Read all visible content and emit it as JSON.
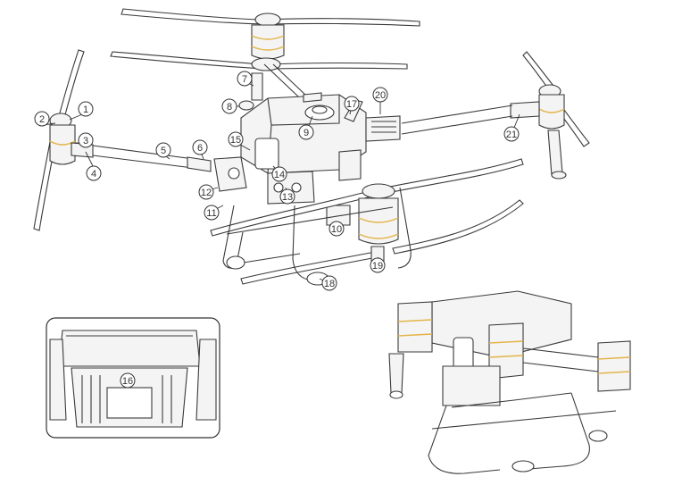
{
  "callouts": [
    {
      "id": "1",
      "label": "1"
    },
    {
      "id": "2",
      "label": "2"
    },
    {
      "id": "3",
      "label": "3"
    },
    {
      "id": "4",
      "label": "4"
    },
    {
      "id": "5",
      "label": "5"
    },
    {
      "id": "6",
      "label": "6"
    },
    {
      "id": "7",
      "label": "7"
    },
    {
      "id": "8",
      "label": "8"
    },
    {
      "id": "9",
      "label": "9"
    },
    {
      "id": "10",
      "label": "10"
    },
    {
      "id": "11",
      "label": "11"
    },
    {
      "id": "12",
      "label": "12"
    },
    {
      "id": "13",
      "label": "13"
    },
    {
      "id": "14",
      "label": "14"
    },
    {
      "id": "15",
      "label": "15"
    },
    {
      "id": "16",
      "label": "16"
    },
    {
      "id": "17",
      "label": "17"
    },
    {
      "id": "18",
      "label": "18"
    },
    {
      "id": "19",
      "label": "19"
    },
    {
      "id": "20",
      "label": "20"
    },
    {
      "id": "21",
      "label": "21"
    }
  ],
  "colors": {
    "line": "#3a3a3a",
    "accent": "#e3b44a",
    "background": "#ffffff"
  }
}
